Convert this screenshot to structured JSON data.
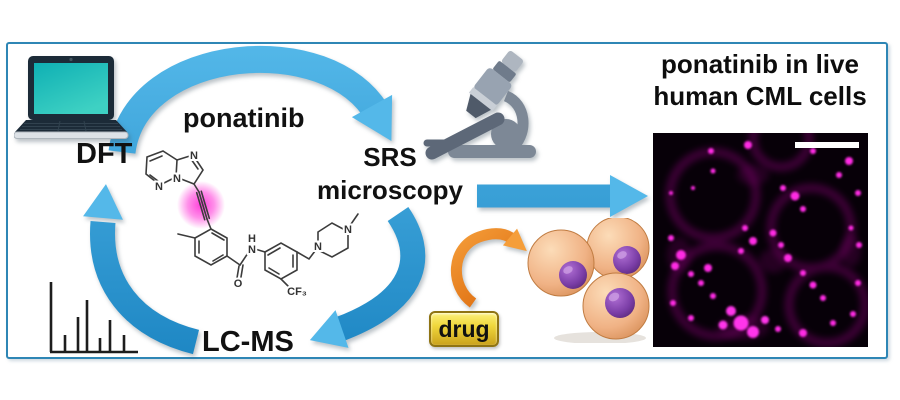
{
  "figure": {
    "labels": {
      "dft": "DFT",
      "ponatinib": "ponatinib",
      "srs_line1": "SRS",
      "srs_line2": "microscopy",
      "lcms": "LC-MS"
    },
    "drug_badge": {
      "label": "drug"
    },
    "result_panel": {
      "title_line1": "ponatinib in live",
      "title_line2": "human CML cells"
    },
    "molecule": {
      "name": "ponatinib skeletal structure with alkyne highlighted",
      "atom_labels": {
        "pyridazine_n1": "N",
        "pyridazine_n2": "N",
        "imidazole_n": "N",
        "amide_h": "H",
        "amide_n": "N",
        "carbonyl_o": "O",
        "cf3": "CF₃",
        "piperazine_n1": "N",
        "piperazine_n2": "N"
      }
    },
    "icons": {
      "laptop": "laptop-icon",
      "microscope": "microscope-icon",
      "spectrum": "mass-spectrum-icon",
      "cells": "cml-cells-icon",
      "micrograph": "fluorescence-micrograph"
    },
    "colors": {
      "arrow_blue": "#2b9cd8",
      "arrow_orange": "#e87d1f",
      "highlight_magenta": "#ff2ae4",
      "drug_gold": "#e8c52c",
      "cell_peach": "#f0b285",
      "nucleus_purple": "#7a3da6",
      "frame_border": "#2e86b5"
    }
  }
}
